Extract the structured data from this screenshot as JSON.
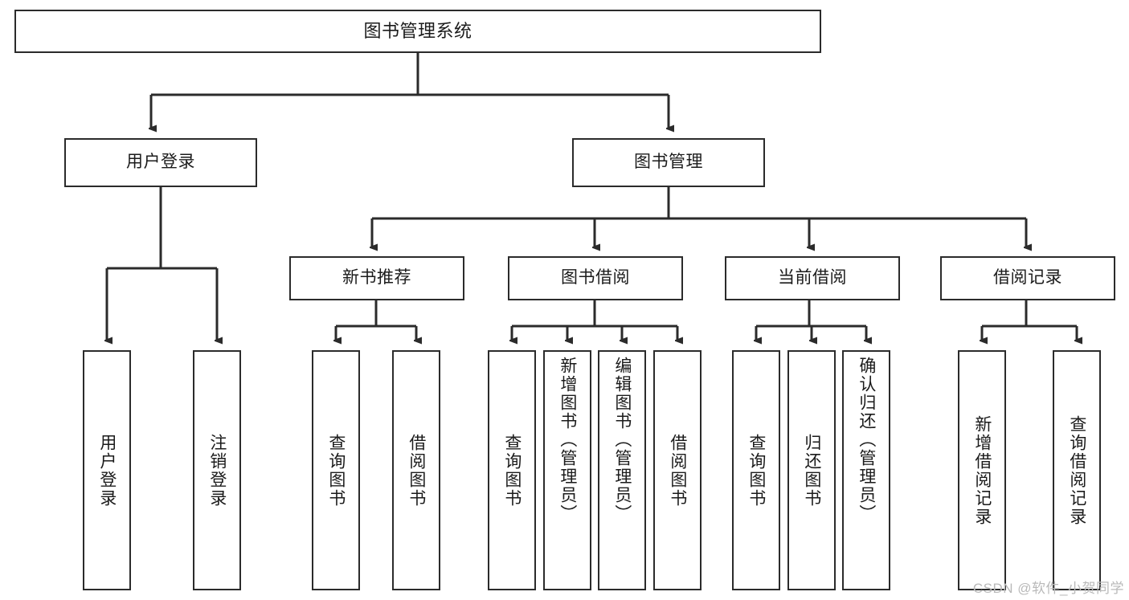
{
  "diagram": {
    "title": "图书管理系统",
    "watermark": "CSDN @软件_小贺同学",
    "colors": {
      "background": "#ffffff",
      "box_border": "#2b2b2b",
      "connector": "#2b2b2b",
      "text": "#1b1b1b",
      "watermark": "#b9b9b9"
    },
    "root": {
      "label": "图书管理系统"
    },
    "level2": [
      {
        "label": "用户登录"
      },
      {
        "label": "图书管理"
      }
    ],
    "level3": [
      {
        "label": "新书推荐"
      },
      {
        "label": "图书借阅"
      },
      {
        "label": "当前借阅"
      },
      {
        "label": "借阅记录"
      }
    ],
    "leaves": {
      "user_login": [
        {
          "label": "用户登录"
        },
        {
          "label": "注销登录"
        }
      ],
      "new_book_recommend": [
        {
          "label": "查询图书"
        },
        {
          "label": "借阅图书"
        }
      ],
      "book_borrow": [
        {
          "label": "查询图书"
        },
        {
          "label": "新增图书（管理员）"
        },
        {
          "label": "编辑图书（管理员）"
        },
        {
          "label": "借阅图书"
        }
      ],
      "current_borrow": [
        {
          "label": "查询图书"
        },
        {
          "label": "归还图书"
        },
        {
          "label": "确认归还（管理员）"
        }
      ],
      "borrow_record": [
        {
          "label": "新增借阅记录"
        },
        {
          "label": "查询借阅记录"
        }
      ]
    }
  }
}
